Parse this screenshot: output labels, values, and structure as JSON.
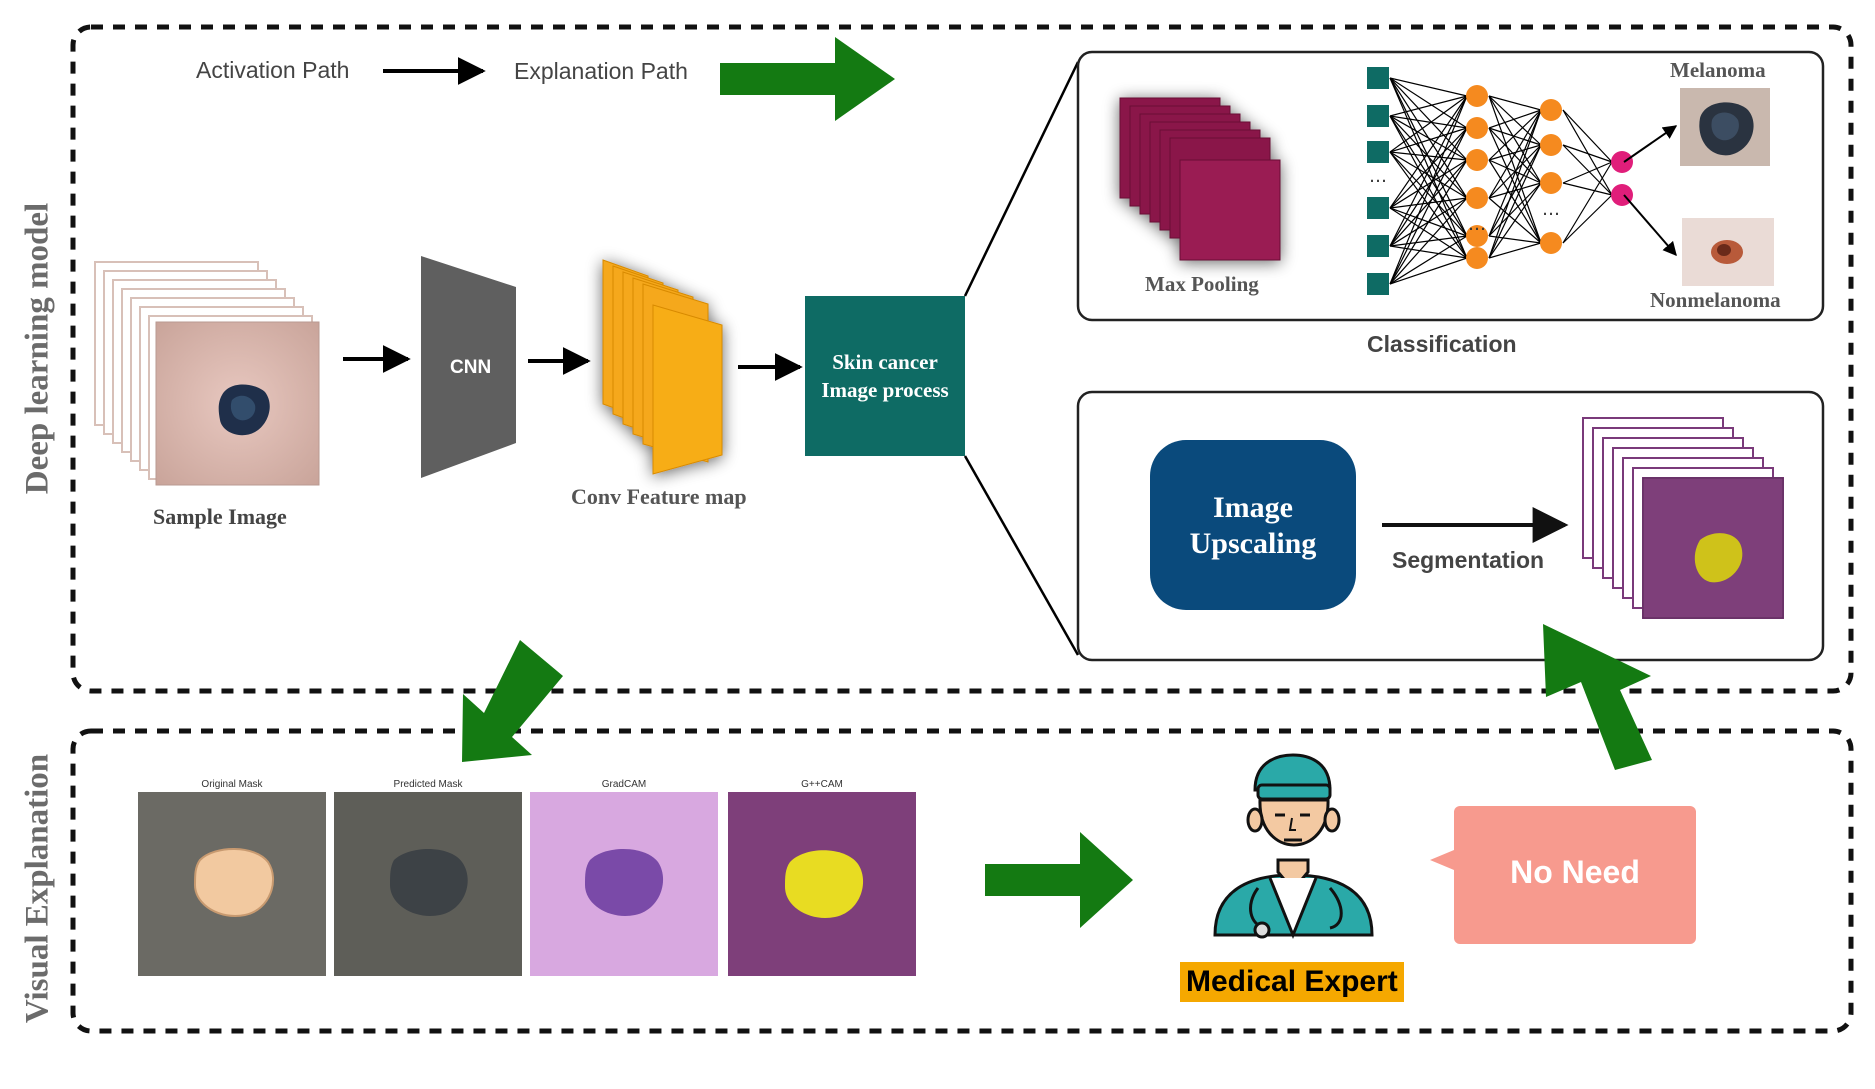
{
  "sections": {
    "deep_learning": "Deep learning model",
    "visual_explanation": "Visual Explanation"
  },
  "legend": {
    "activation": "Activation Path",
    "explanation": "Explanation Path"
  },
  "pipeline": {
    "sample_image": "Sample Image",
    "cnn": "CNN",
    "feature_map": "Conv Feature map",
    "process_line1": "Skin cancer",
    "process_line2": "Image process"
  },
  "classification": {
    "title": "Classification",
    "max_pooling": "Max Pooling",
    "class_a": "Melanoma",
    "class_b": "Nonmelanoma",
    "dots": "…"
  },
  "segmentation": {
    "upscaling_line1": "Image",
    "upscaling_line2": "Upscaling",
    "label": "Segmentation"
  },
  "explanation_panel": {
    "thumbs": [
      "Original Mask",
      "Predicted Mask",
      "GradCAM",
      "G++CAM"
    ]
  },
  "expert": {
    "label": "Medical Expert",
    "bubble": "No Need"
  },
  "colors": {
    "green_arrow": "#147a12",
    "teal_box": "#0e6b64",
    "navy_box": "#0a4a7c",
    "feature_orange": "#f5a81c",
    "pool_magenta": "#9a1a52",
    "node_orange": "#f58a1f",
    "node_pink": "#e01e7a",
    "expert_yellow": "#f5a800",
    "bubble_salmon": "#f79a8e"
  }
}
